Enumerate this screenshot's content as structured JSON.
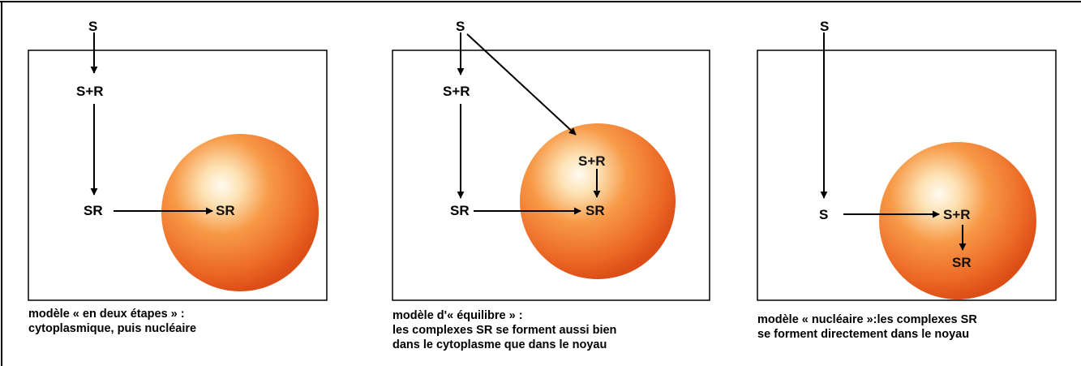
{
  "panels": [
    {
      "caption": [
        "modèle « en deux étapes » :",
        "cytoplasmique, puis nucléaire"
      ],
      "labels": {
        "top": "S",
        "mid": "S+R",
        "cyto": "SR",
        "nucleus": "SR"
      }
    },
    {
      "caption": [
        "modèle d'« équilibre » :",
        "les complexes SR se forment aussi bien",
        "dans le cytoplasme que dans le noyau"
      ],
      "labels": {
        "top": "S",
        "mid": "S+R",
        "cyto": "SR",
        "nuc_top": "S+R",
        "nuc_bottom": "SR"
      }
    },
    {
      "caption": [
        "modèle « nucléaire »:les complexes SR",
        "se forment directement dans le noyau"
      ],
      "labels": {
        "top": "S",
        "cyto": "S",
        "nuc_top": "S+R",
        "nuc_bottom": "SR"
      }
    }
  ],
  "colors": {
    "nucleus_center": "#fff8e6",
    "nucleus_mid": "#f79a48",
    "nucleus_edge": "#e2541a",
    "ink": "#000000"
  }
}
